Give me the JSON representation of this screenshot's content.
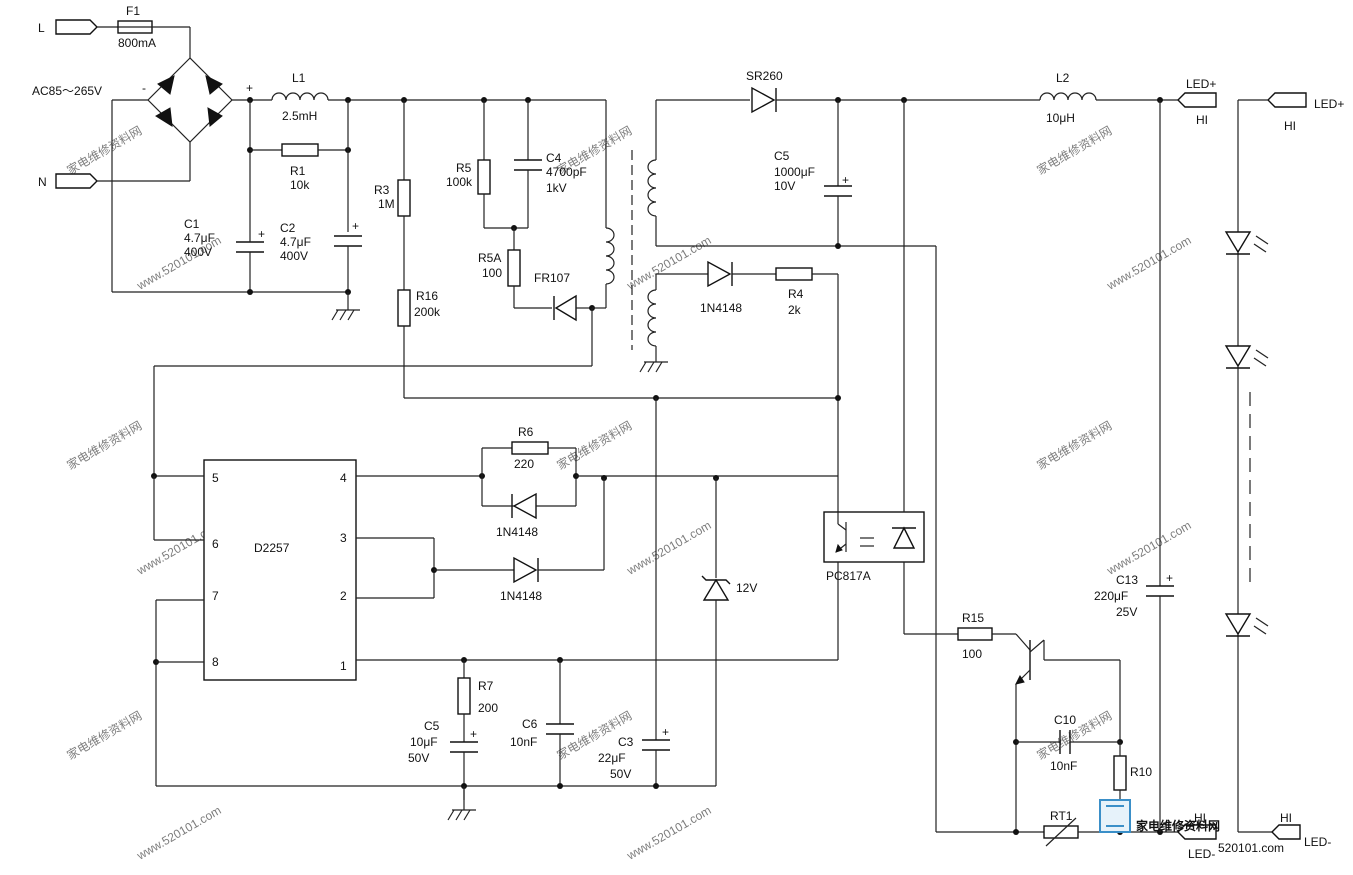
{
  "labels": {
    "L": "L",
    "N": "N",
    "F1": "F1",
    "F1_val": "800mA",
    "ac": "AC85～265V",
    "minus": "-",
    "plus": "+",
    "L1": "L1",
    "L1_val": "2.5mH",
    "R1": "R1",
    "R1_val": "10k",
    "C1": "C1",
    "C1_val": "4.7μF",
    "C1_v": "400V",
    "C2": "C2",
    "C2_val": "4.7μF",
    "C2_v": "400V",
    "R3": "R3",
    "R3_val": "1M",
    "R16": "R16",
    "R16_val": "200k",
    "R5": "R5",
    "R5_val": "100k",
    "C4": "C4",
    "C4_val": "4700pF",
    "C4_v": "1kV",
    "R5A": "R5A",
    "R5A_val": "100",
    "FR107": "FR107",
    "SR260": "SR260",
    "C5a": "C5",
    "C5a_val": "1000μF",
    "C5a_v": "10V",
    "L2": "L2",
    "L2_val": "10μH",
    "LEDp": "LED+",
    "HI": "HI",
    "IN4148a": "1N4148",
    "R4": "R4",
    "R4_val": "2k",
    "R6": "R6",
    "R6_val": "220",
    "IN4148b": "1N4148",
    "IN4148c": "1N4148",
    "ic_name": "D2257",
    "pin5": "5",
    "pin6": "6",
    "pin7": "7",
    "pin8": "8",
    "pin4": "4",
    "pin3": "3",
    "pin2": "2",
    "pin1": "1",
    "z12": "12V",
    "pc817": "PC817A",
    "R7": "R7",
    "R7_val": "200",
    "C5b": "C5",
    "C5b_val": "10μF",
    "C5b_v": "50V",
    "C6": "C6",
    "C6_val": "10nF",
    "C3": "C3",
    "C3_val": "22μF",
    "C3_v": "50V",
    "R15": "R15",
    "R15_val": "100",
    "C10": "C10",
    "C10_val": "10nF",
    "R10": "R10",
    "RT1": "RT1",
    "C13": "C13",
    "C13_val": "220μF",
    "C13_v": "25V",
    "LEDm": "LED-",
    "LEDp2": "LED+",
    "HI2": "HI",
    "HI3": "HI",
    "HI4": "HI",
    "LEDm2": "LED-"
  },
  "watermark": {
    "cn": "家电维修资料网",
    "en": "www.520101.com",
    "logo": "家电维修资料网",
    "logo_url": "520101.com"
  }
}
